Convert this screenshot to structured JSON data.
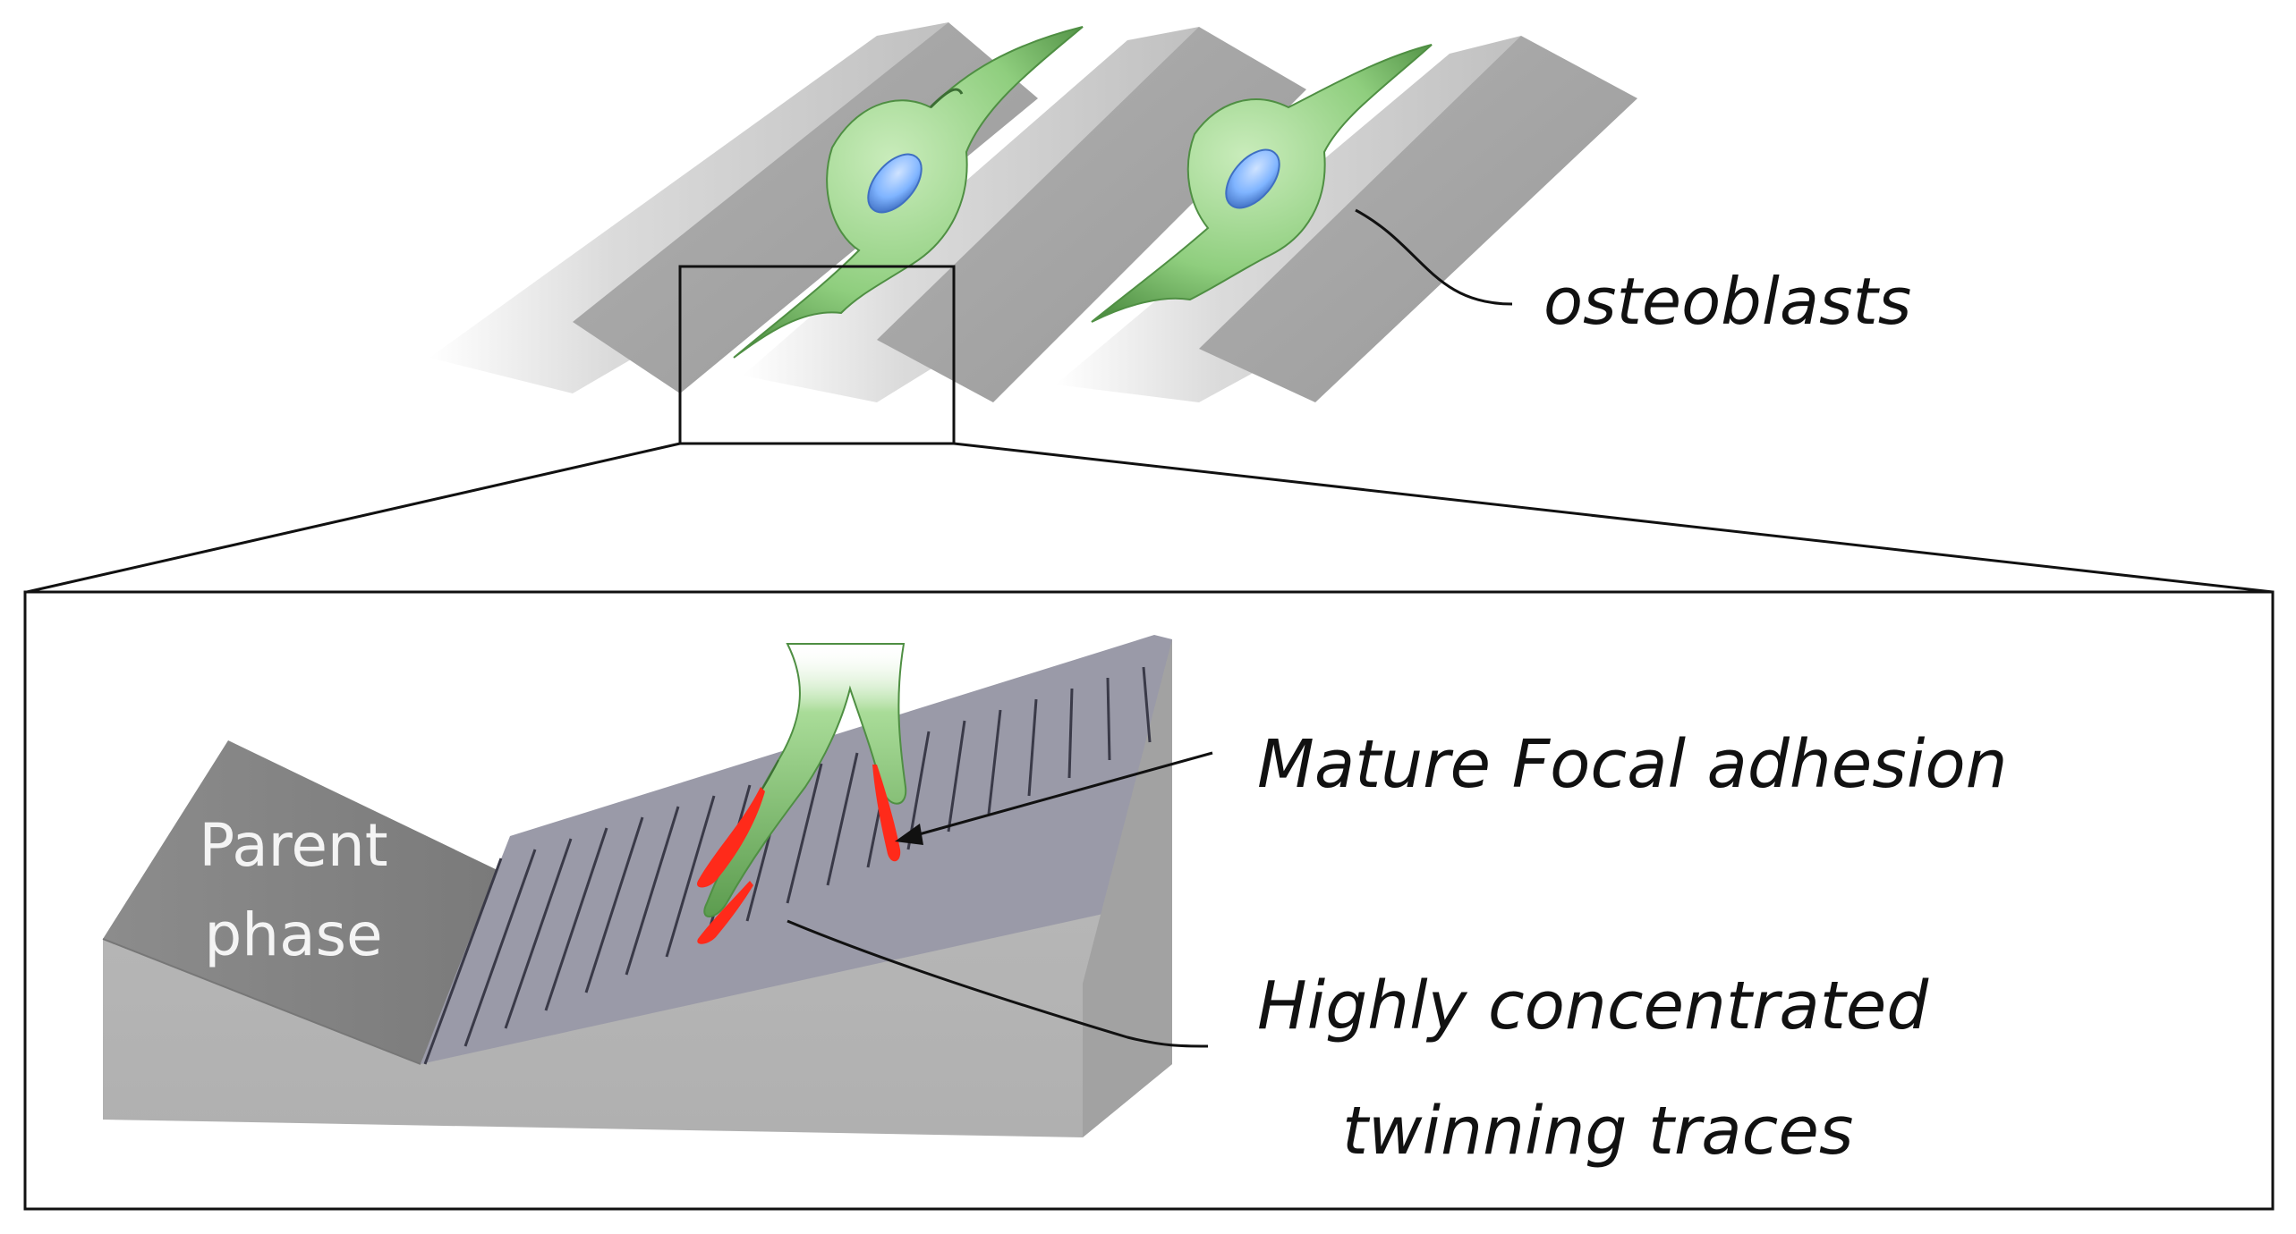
{
  "labels": {
    "osteoblasts": "osteoblasts",
    "mature_focal_adhesion": "Mature Focal adhesion",
    "twinning_line1": "Highly concentrated",
    "twinning_line2": "twinning traces",
    "parent_line1": "Parent",
    "parent_line2": "phase"
  },
  "colors": {
    "cell_green": "#8fce7e",
    "cell_dark": "#4f8f43",
    "nucleus_blue": "#7fb4ff",
    "adhesion_red": "#ff2a1a",
    "ridge_gray": "#9a9a9a",
    "block_gray": "#b3b3b3",
    "twin_gray": "#8a8aa0"
  }
}
